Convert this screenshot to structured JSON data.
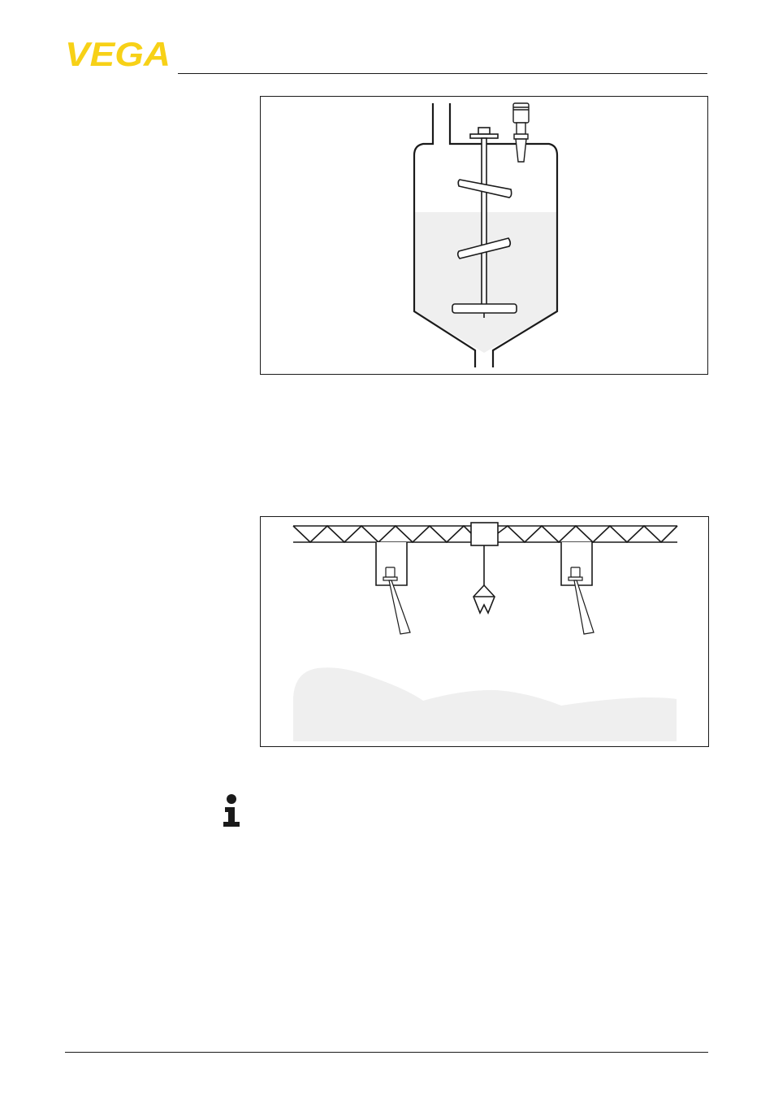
{
  "header": {
    "logo_text": "VEGA",
    "logo_color": "#f7d117"
  },
  "figures": [
    {
      "icon": "agitator-tank-with-radar-sensor-diagram"
    },
    {
      "icon": "moving-bridge-with-radar-sensors-diagram"
    }
  ],
  "note": {
    "icon": "info-icon"
  },
  "colors": {
    "line": "#1a1a1a",
    "medium_fill": "#efefef"
  }
}
